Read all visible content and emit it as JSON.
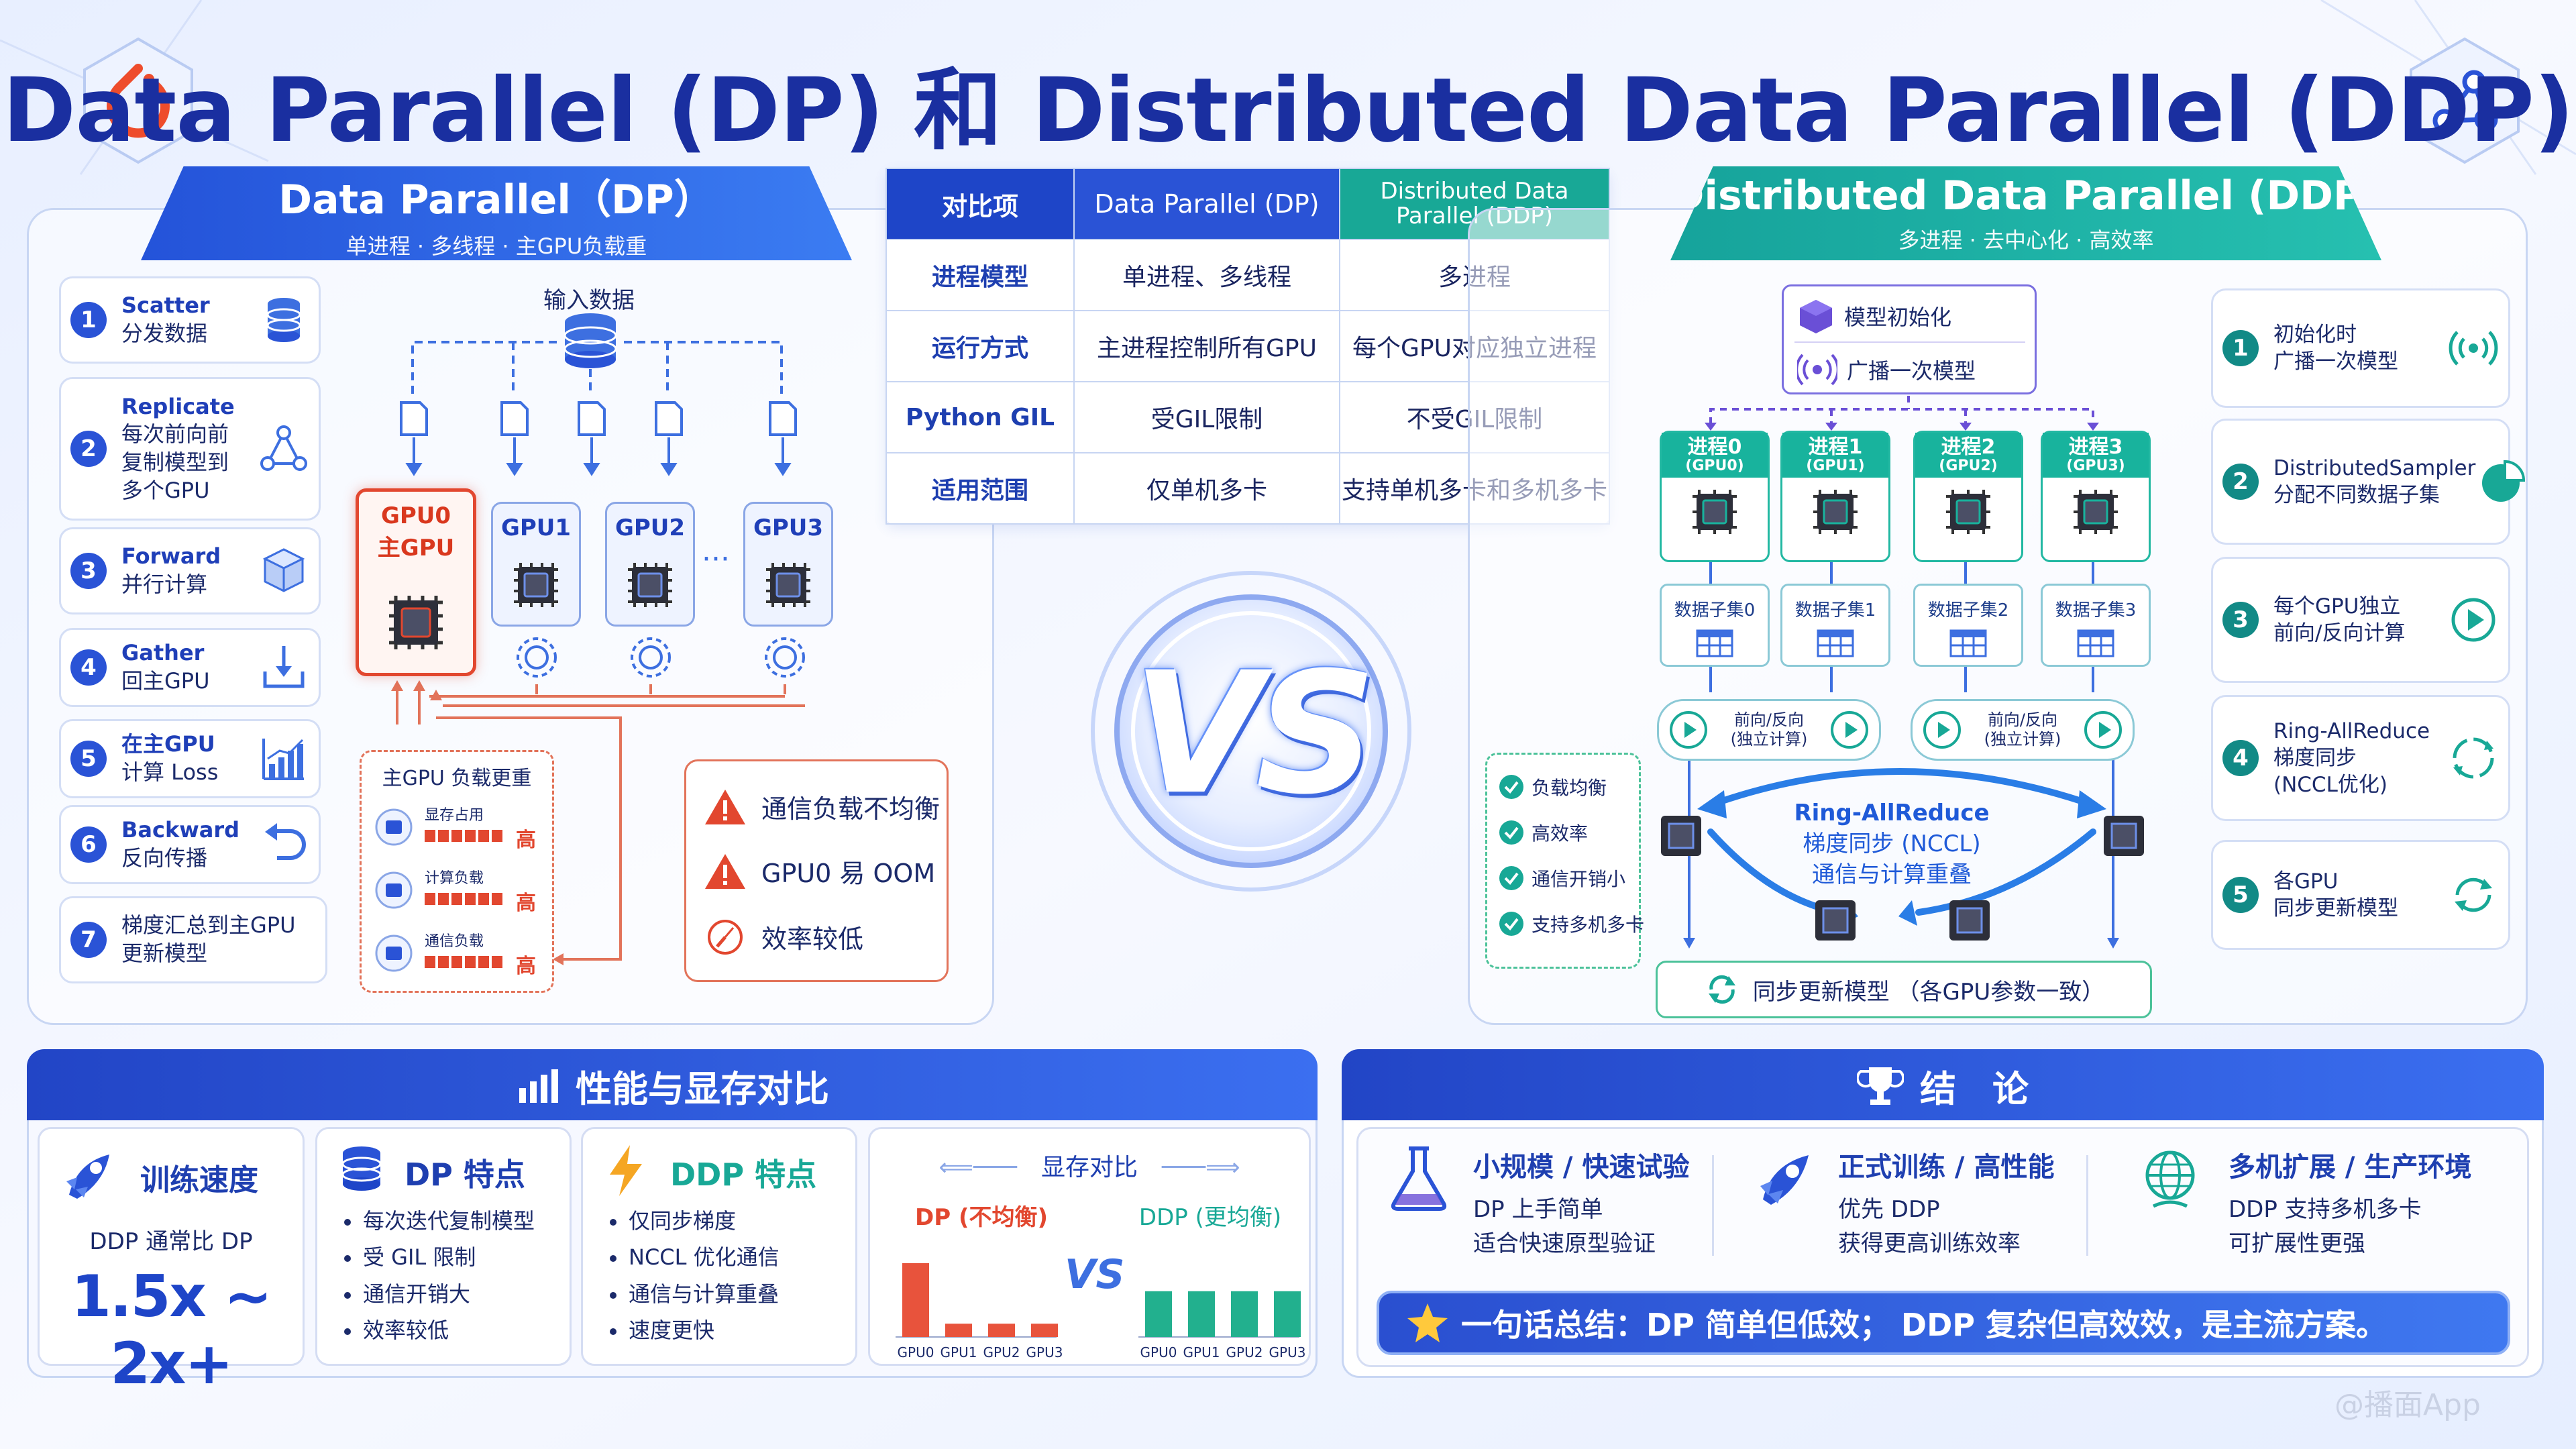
{
  "title": "Data Parallel (DP) 和 Distributed Data Parallel (DDP) 的区别",
  "dp": {
    "title": "Data Parallel（DP）",
    "subtitle": "单进程 · 多线程 · 主GPU负载重",
    "steps": [
      {
        "n": "1",
        "h": "Scatter",
        "t": "分发数据"
      },
      {
        "n": "2",
        "h": "Replicate",
        "t": "每次前向前\n复制模型到\n多个GPU"
      },
      {
        "n": "3",
        "h": "Forward",
        "t": "并行计算"
      },
      {
        "n": "4",
        "h": "Gather",
        "t": "回主GPU"
      },
      {
        "n": "5",
        "h": "在主GPU",
        "t": "计算 Loss"
      },
      {
        "n": "6",
        "h": "Backward",
        "t": "反向传播"
      },
      {
        "n": "7",
        "h": "梯度汇总到主GPU",
        "t": "更新模型"
      }
    ],
    "input_label": "输入数据",
    "gpu0": "GPU0",
    "gpu0_sub": "主GPU",
    "gpu1": "GPU1",
    "gpu2": "GPU2",
    "gpu3": "GPU3",
    "ellipsis": "···",
    "load_title": "主GPU 负载更重",
    "loads": [
      {
        "k": "显存占用",
        "v": "高"
      },
      {
        "k": "计算负载",
        "v": "高"
      },
      {
        "k": "通信负载",
        "v": "高"
      }
    ],
    "warns": [
      "通信负载不均衡",
      "GPU0 易 OOM",
      "效率较低"
    ]
  },
  "table": {
    "headers": [
      "对比项",
      "Data Parallel (DP)",
      "Distributed Data Parallel (DDP)"
    ],
    "rows": [
      [
        "进程模型",
        "单进程、多线程",
        "多进程"
      ],
      [
        "运行方式",
        "主进程控制所有GPU",
        "每个GPU对应独立进程"
      ],
      [
        "Python GIL",
        "受GIL限制",
        "不受GIL限制"
      ],
      [
        "适用范围",
        "仅单机多卡",
        "支持单机多卡和多机多卡"
      ]
    ]
  },
  "vs": "VS",
  "ddp": {
    "title": "Distributed Data Parallel (DDP)",
    "subtitle": "多进程 · 去中心化 · 高效率",
    "init": "模型初始化",
    "broadcast": "广播一次模型",
    "procs": [
      {
        "n": "进程0",
        "g": "(GPU0)",
        "d": "数据子集0"
      },
      {
        "n": "进程1",
        "g": "(GPU1)",
        "d": "数据子集1"
      },
      {
        "n": "进程2",
        "g": "(GPU2)",
        "d": "数据子集2"
      },
      {
        "n": "进程3",
        "g": "(GPU3)",
        "d": "数据子集3"
      }
    ],
    "fb": "前向/反向\n(独立计算)",
    "benefits": [
      "负载均衡",
      "高效率",
      "通信开销小",
      "支持多机多卡"
    ],
    "ring1": "Ring-AllReduce",
    "ring2": "梯度同步 (NCCL)",
    "ring3": "通信与计算重叠",
    "sync": "同步更新模型 （各GPU参数一致）",
    "steps": [
      {
        "n": "1",
        "t": "初始化时\n广播一次模型"
      },
      {
        "n": "2",
        "t": "DistributedSampler\n分配不同数据子集"
      },
      {
        "n": "3",
        "t": "每个GPU独立\n前向/反向计算"
      },
      {
        "n": "4",
        "t": "Ring-AllReduce\n梯度同步\n(NCCL优化)"
      },
      {
        "n": "5",
        "t": "各GPU\n同步更新模型"
      }
    ]
  },
  "perf": {
    "title": "性能与显存对比",
    "speed_title": "训练速度",
    "speed_sub": "DDP 通常比 DP",
    "speed_val": "1.5x ~ 2x+",
    "dp_title": "DP 特点",
    "dp_items": [
      "每次迭代复制模型",
      "受 GIL 限制",
      "通信开销大",
      "效率较低"
    ],
    "ddp_title": "DDP 特点",
    "ddp_items": [
      "仅同步梯度",
      "NCCL 优化通信",
      "通信与计算重叠",
      "速度更快"
    ],
    "mem_title": "显存对比",
    "mem_dp": "DP (不均衡)",
    "mem_ddp": "DDP (更均衡)",
    "mem_vs": "VS",
    "gpu_labels": [
      "GPU0",
      "GPU1",
      "GPU2",
      "GPU3"
    ]
  },
  "chart_data": [
    {
      "type": "bar",
      "title": "DP (不均衡)",
      "categories": [
        "GPU0",
        "GPU1",
        "GPU2",
        "GPU3"
      ],
      "values": [
        100,
        18,
        18,
        18
      ],
      "color": "#e8533c"
    },
    {
      "type": "bar",
      "title": "DDP (更均衡)",
      "categories": [
        "GPU0",
        "GPU1",
        "GPU2",
        "GPU3"
      ],
      "values": [
        62,
        62,
        62,
        62
      ],
      "color": "#22b08e"
    }
  ],
  "concl": {
    "title": "结　论",
    "items": [
      {
        "h": "小规模 / 快速试验",
        "t": "DP 上手简单\n适合快速原型验证"
      },
      {
        "h": "正式训练 / 高性能",
        "t": "优先 DDP\n获得更高训练效率"
      },
      {
        "h": "多机扩展 / 生产环境",
        "t": "DDP 支持多机多卡\n可扩展性更强"
      }
    ],
    "summary": "一句话总结：DP 简单但低效； DDP 复杂但高效效，是主流方案。"
  },
  "watermark": "@播面App",
  "colors": {
    "dp": "#2a53d6",
    "ddp": "#18b39d",
    "warn": "#e2472f"
  }
}
